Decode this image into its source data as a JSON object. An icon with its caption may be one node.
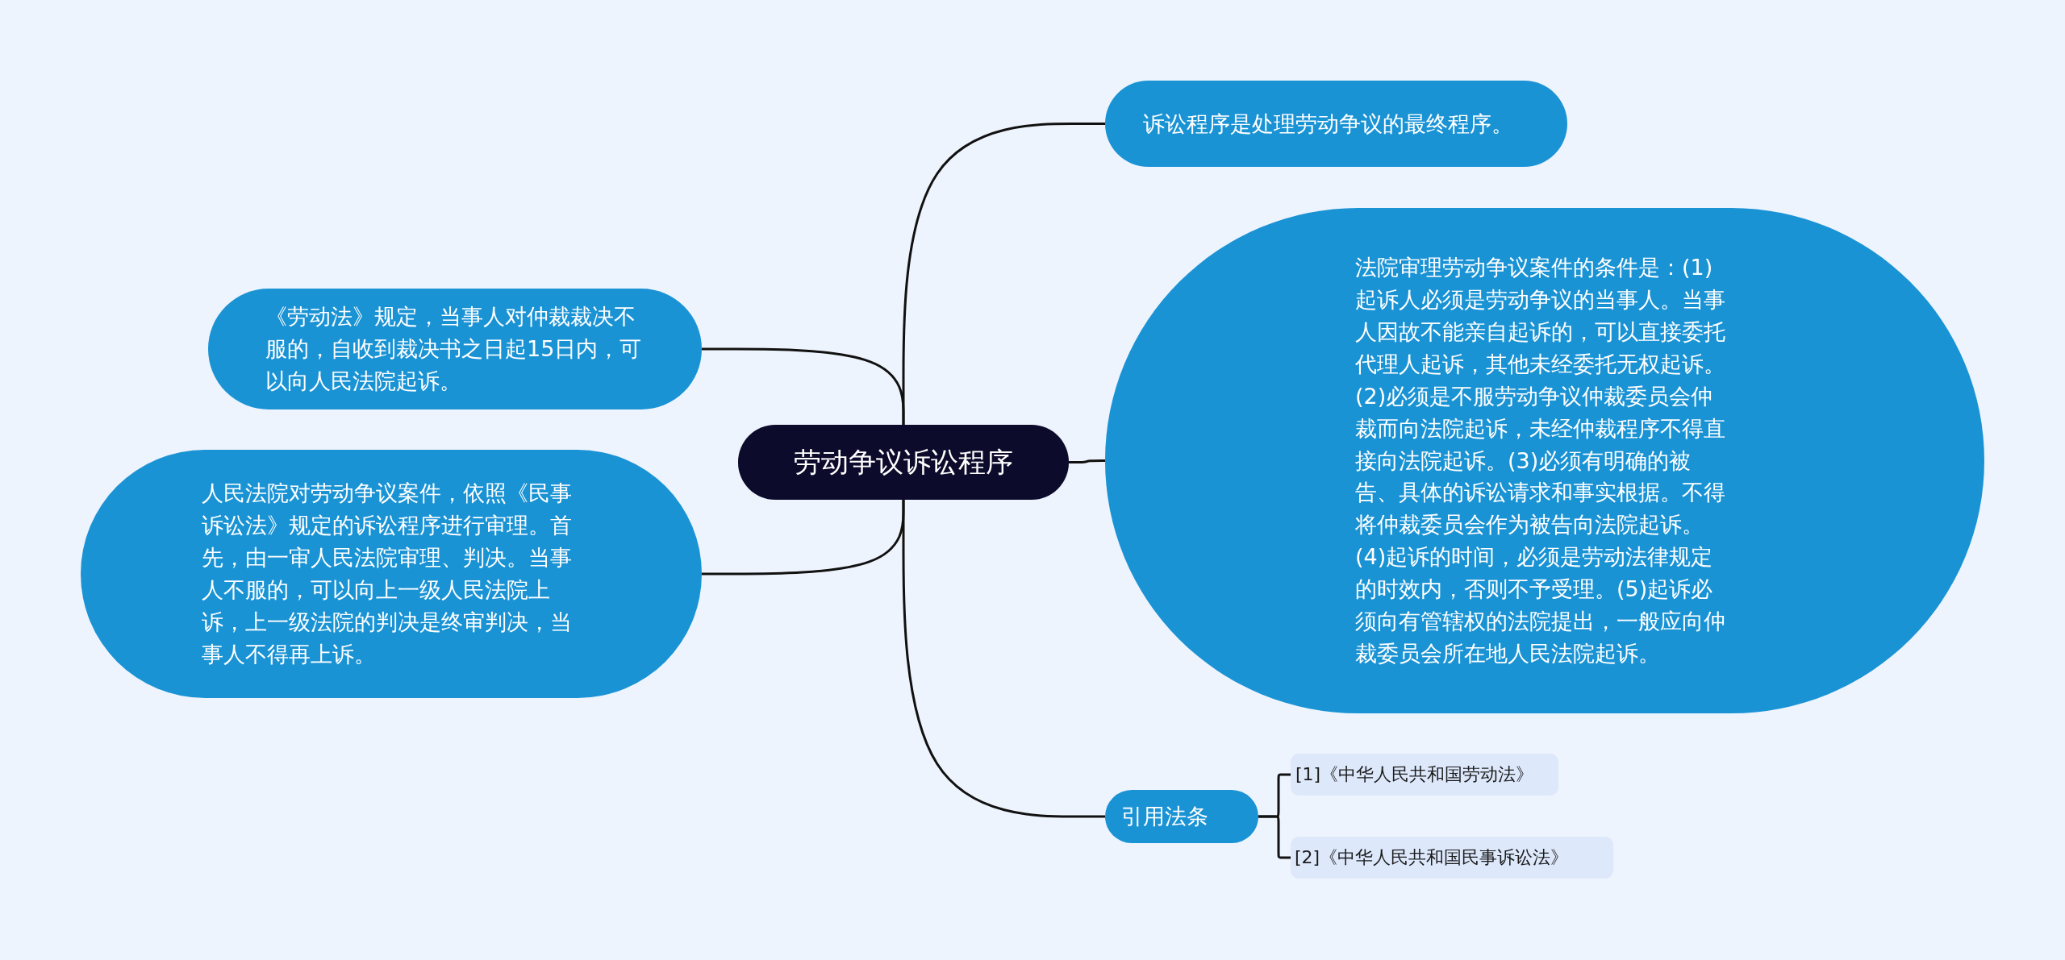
{
  "diagram": {
    "nodes": [
      {
        "text": [
          "劳动争议诉讼程序"
        ]
      },
      {
        "text": [
          "诉讼程序是处理劳动争议的最终程序。"
        ]
      },
      {
        "text": [
          "法院审理劳动争议案件的条件是：(1)起诉人必须是劳动争议的当事人。当事人因故不能亲自起诉的，可以直接委托代理人起诉，其他未经委托无权起诉。(2)必须是不服劳动争议仲裁委员会仲裁而向法院起诉，未经仲裁程序不得直接向法院起诉。(3)必须有明确的被告、具体的诉讼请求和事实根据。不得将仲裁委员会作为被告向法院起诉。(4)起诉的时间，必须是劳动法律规定的时效内，否则不予受理。(5)起诉必须向有管辖权的法院提出，一般应向仲裁委员会所在地人民法院起诉。"
        ]
      },
      {
        "text": [
          "引用法条"
        ]
      },
      {
        "text": [
          "[1]《中华人民共和国劳动法》"
        ]
      },
      {
        "text": [
          "[2]《中华人民共和国民事诉讼法》"
        ]
      },
      {
        "text": [
          "《劳动法》规定，当事人对仲裁裁决不服的，自收到裁决书之日起15日内，可以向人民法院起诉。"
        ]
      },
      {
        "text": [
          "人民法院对劳动争议案件，依照《民事诉讼法》规定的诉讼程序进行审理。首先，由一审人民法院审理、判决。当事人不服的，可以向上一级人民法院上诉，上一级法院的判决是终审判决，当事人不得再上诉。"
        ]
      }
    ],
    "edges": [
      {
        "from": 0,
        "to": 1,
        "arrow": "none"
      },
      {
        "from": 0,
        "to": 2,
        "arrow": "none"
      },
      {
        "from": 0,
        "to": 3,
        "arrow": "none"
      },
      {
        "from": 3,
        "to": 4,
        "arrow": "none"
      },
      {
        "from": 3,
        "to": 5,
        "arrow": "none"
      },
      {
        "from": 0,
        "to": 6,
        "arrow": "none"
      },
      {
        "from": 0,
        "to": 7,
        "arrow": "none"
      }
    ]
  }
}
